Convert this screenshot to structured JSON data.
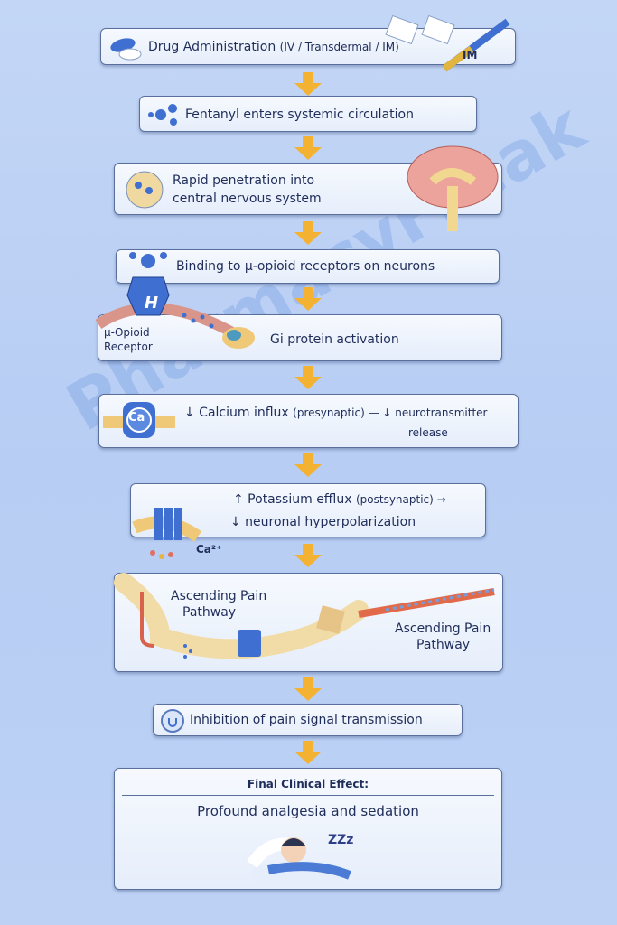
{
  "steps": [
    {
      "main": "Drug Administration",
      "sub": "(IV / Transdermal / IM)",
      "badge": "IM"
    },
    {
      "main": "Fentanyl enters systemic circulation"
    },
    {
      "line1": "Rapid penetration into",
      "line2": "central nervous system"
    },
    {
      "main": "Binding to μ-opioid receptors on neurons"
    },
    {
      "main": "Gi protein activation",
      "label_line1": "μ-Opioid",
      "label_line2": "Receptor",
      "receptor_letter": "H"
    },
    {
      "main": "↓ Calcium influx",
      "sub": "(presynaptic) — ↓ neurotransmitter",
      "line2": "release",
      "ion": "Ca"
    },
    {
      "main": "↑ Potassium efflux",
      "sub": "(postsynaptic) →",
      "line2": "↓ neuronal hyperpolarization",
      "ion": "Ca²⁺"
    },
    {
      "left_label_1": "Ascending Pain",
      "left_label_2": "Pathway",
      "right_label_1": "Ascending Pain",
      "right_label_2": "Pathway"
    },
    {
      "main": "Inhibition of pain signal transmission"
    },
    {
      "title": "Final Clinical Effect:",
      "main": "Profound analgesia and sedation",
      "sleep": "ZZz"
    }
  ],
  "watermark": "PharmacyFreak",
  "colors": {
    "arrow": "#f4b233",
    "text": "#1f2d5a",
    "accent": "#3f6fd0",
    "background": "#b9cff4"
  }
}
